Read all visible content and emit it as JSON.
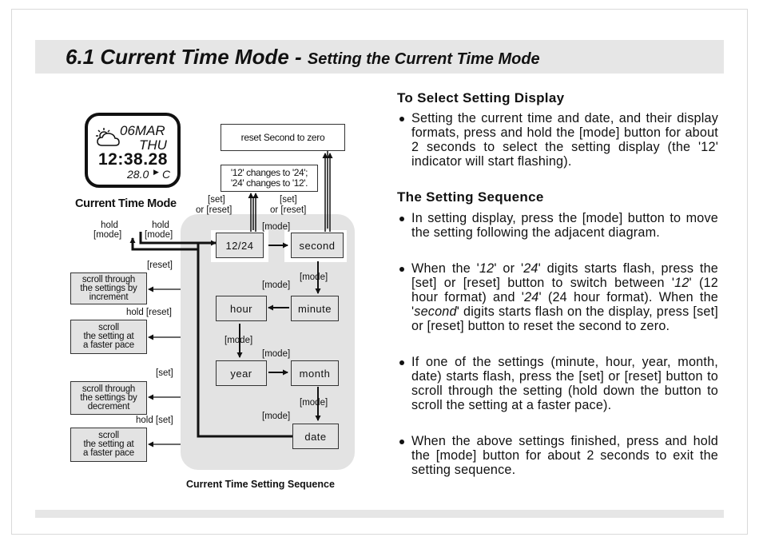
{
  "header": {
    "title_main": "6.1  Current Time Mode - ",
    "title_sub": "Setting the Current Time Mode"
  },
  "watch": {
    "date": "06MAR",
    "day": "THU",
    "time": "12:38.28",
    "temp": "28.0",
    "unit": "C",
    "caption": "Current Time Mode"
  },
  "diagram": {
    "reset_box": "reset Second to zero",
    "changes_line1": "'12' changes to '24';",
    "changes_line2": "'24' changes to '12'.",
    "set_label": "[set]",
    "or_reset_label": "or [reset]",
    "mode_label": "[mode]",
    "hold_label": "hold",
    "hold_mode_label": "[mode]",
    "reset_label": "[reset]",
    "hold_reset_label": "hold [reset]",
    "set_only_label": "[set]",
    "hold_set_label": "hold [set]",
    "nodes": {
      "n1224": "12/24",
      "second": "second",
      "hour": "hour",
      "minute": "minute",
      "year": "year",
      "month": "month",
      "date": "date"
    },
    "side": {
      "inc": [
        "scroll through",
        "the settings by",
        "increment"
      ],
      "fast1": [
        "scroll",
        "the setting at",
        "a faster pace"
      ],
      "dec": [
        "scroll through",
        "the settings by",
        "decrement"
      ],
      "fast2": [
        "scroll",
        "the setting at",
        "a faster pace"
      ]
    },
    "caption": "Current Time Setting Sequence"
  },
  "right": {
    "heading1": "To Select Setting Display",
    "b1": "Setting the current time and date, and their display formats, press and hold the [mode] button for about 2 seconds to select the setting display (the '12' indicator will start flashing).",
    "heading2": "The Setting Sequence",
    "b2": "In setting display, press the [mode] button to move the setting following the adjacent diagram.",
    "b3": {
      "p1": "When the '",
      "i1": "12",
      "p2": "' or '",
      "i2": "24",
      "p3": "' digits starts flash, press the [set] or [reset] button to switch between '",
      "i3": "12",
      "p4": "' (12 hour format) and '",
      "i4": "24",
      "p5": "'  (24 hour format). When the '",
      "i5": "second",
      "p6": "' digits starts flash on the display, press [set] or [reset] button to reset the second to zero."
    },
    "b4": "If one of the settings (minute, hour, year, month, date) starts flash, press the [set] or [reset] button to scroll through the setting (hold down the button to scroll the setting at a faster pace).",
    "b5": "When the above settings finished, press and hold the [mode] button  for about 2 seconds to exit the setting sequence."
  }
}
